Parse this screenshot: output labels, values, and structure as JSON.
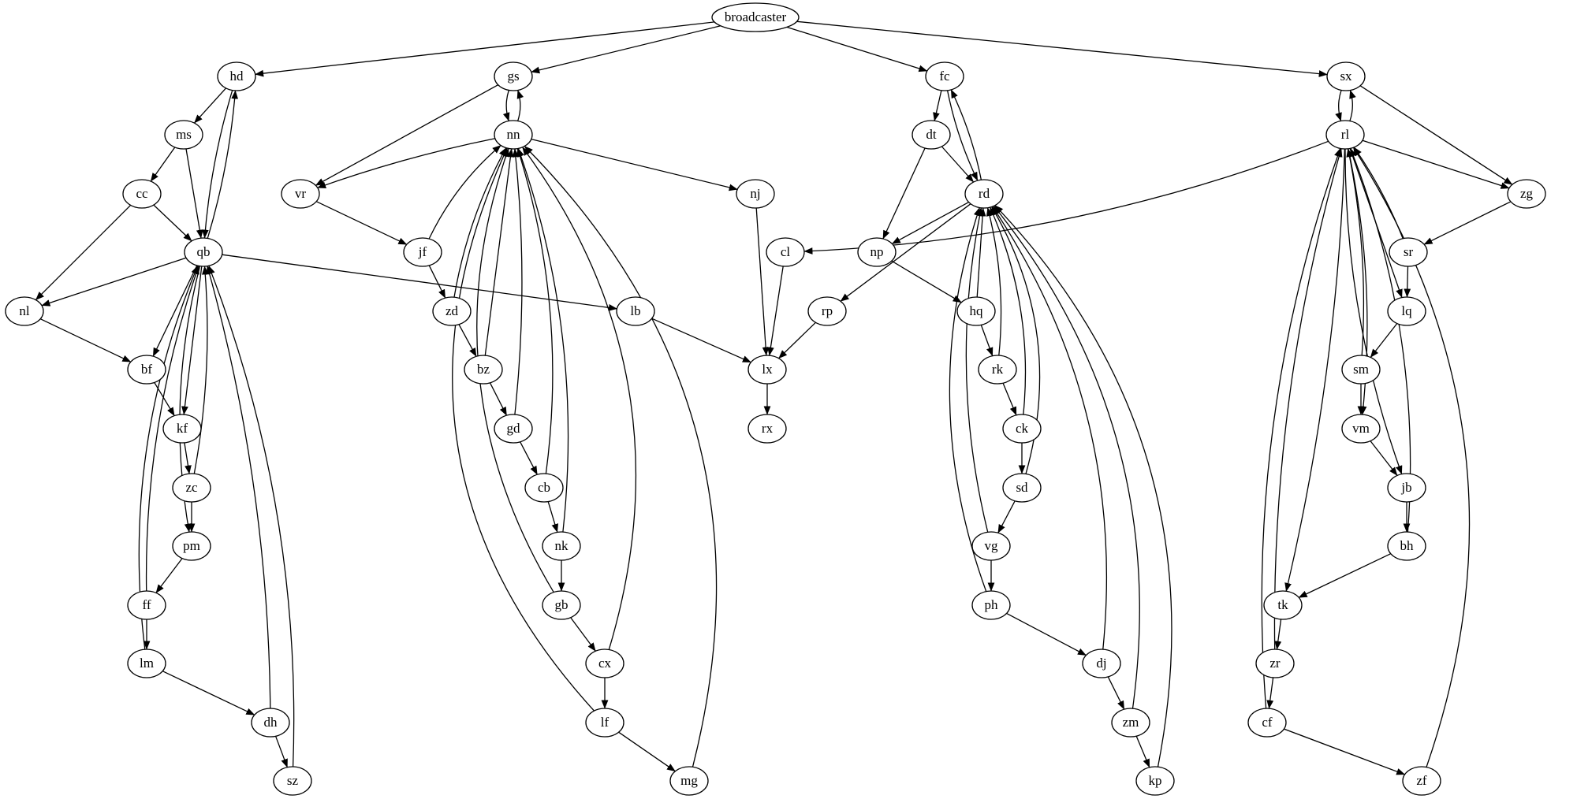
{
  "nodes": [
    {
      "id": "broadcaster",
      "label": "broadcaster"
    },
    {
      "id": "hd",
      "label": "hd"
    },
    {
      "id": "gs",
      "label": "gs"
    },
    {
      "id": "fc",
      "label": "fc"
    },
    {
      "id": "sx",
      "label": "sx"
    },
    {
      "id": "ms",
      "label": "ms"
    },
    {
      "id": "nn",
      "label": "nn"
    },
    {
      "id": "dt",
      "label": "dt"
    },
    {
      "id": "rl",
      "label": "rl"
    },
    {
      "id": "cc",
      "label": "cc"
    },
    {
      "id": "vr",
      "label": "vr"
    },
    {
      "id": "nj",
      "label": "nj"
    },
    {
      "id": "rd",
      "label": "rd"
    },
    {
      "id": "zg",
      "label": "zg"
    },
    {
      "id": "qb",
      "label": "qb"
    },
    {
      "id": "jf",
      "label": "jf"
    },
    {
      "id": "cl",
      "label": "cl"
    },
    {
      "id": "np",
      "label": "np"
    },
    {
      "id": "sr",
      "label": "sr"
    },
    {
      "id": "nl",
      "label": "nl"
    },
    {
      "id": "zd",
      "label": "zd"
    },
    {
      "id": "lb",
      "label": "lb"
    },
    {
      "id": "rp",
      "label": "rp"
    },
    {
      "id": "hq",
      "label": "hq"
    },
    {
      "id": "lq",
      "label": "lq"
    },
    {
      "id": "bf",
      "label": "bf"
    },
    {
      "id": "bz",
      "label": "bz"
    },
    {
      "id": "lx",
      "label": "lx"
    },
    {
      "id": "rk",
      "label": "rk"
    },
    {
      "id": "sm",
      "label": "sm"
    },
    {
      "id": "kf",
      "label": "kf"
    },
    {
      "id": "gd",
      "label": "gd"
    },
    {
      "id": "rx",
      "label": "rx"
    },
    {
      "id": "ck",
      "label": "ck"
    },
    {
      "id": "vm",
      "label": "vm"
    },
    {
      "id": "zc",
      "label": "zc"
    },
    {
      "id": "cb",
      "label": "cb"
    },
    {
      "id": "sd",
      "label": "sd"
    },
    {
      "id": "jb",
      "label": "jb"
    },
    {
      "id": "pm",
      "label": "pm"
    },
    {
      "id": "nk",
      "label": "nk"
    },
    {
      "id": "vg",
      "label": "vg"
    },
    {
      "id": "bh",
      "label": "bh"
    },
    {
      "id": "ff",
      "label": "ff"
    },
    {
      "id": "gb",
      "label": "gb"
    },
    {
      "id": "ph",
      "label": "ph"
    },
    {
      "id": "tk",
      "label": "tk"
    },
    {
      "id": "lm",
      "label": "lm"
    },
    {
      "id": "cx",
      "label": "cx"
    },
    {
      "id": "dj",
      "label": "dj"
    },
    {
      "id": "zr",
      "label": "zr"
    },
    {
      "id": "dh",
      "label": "dh"
    },
    {
      "id": "lf",
      "label": "lf"
    },
    {
      "id": "zm",
      "label": "zm"
    },
    {
      "id": "cf",
      "label": "cf"
    },
    {
      "id": "sz",
      "label": "sz"
    },
    {
      "id": "mg",
      "label": "mg"
    },
    {
      "id": "kp",
      "label": "kp"
    },
    {
      "id": "zf",
      "label": "zf"
    }
  ],
  "edges": [
    {
      "from": "broadcaster",
      "to": "hd"
    },
    {
      "from": "broadcaster",
      "to": "gs"
    },
    {
      "from": "broadcaster",
      "to": "fc"
    },
    {
      "from": "broadcaster",
      "to": "sx"
    },
    {
      "from": "hd",
      "to": "ms"
    },
    {
      "from": "hd",
      "to": "qb"
    },
    {
      "from": "ms",
      "to": "cc"
    },
    {
      "from": "ms",
      "to": "qb"
    },
    {
      "from": "cc",
      "to": "qb"
    },
    {
      "from": "cc",
      "to": "nl"
    },
    {
      "from": "qb",
      "to": "hd"
    },
    {
      "from": "qb",
      "to": "nl"
    },
    {
      "from": "qb",
      "to": "bf"
    },
    {
      "from": "qb",
      "to": "kf"
    },
    {
      "from": "qb",
      "to": "pm"
    },
    {
      "from": "qb",
      "to": "lb"
    },
    {
      "from": "nl",
      "to": "bf"
    },
    {
      "from": "bf",
      "to": "kf"
    },
    {
      "from": "kf",
      "to": "zc"
    },
    {
      "from": "zc",
      "to": "qb"
    },
    {
      "from": "zc",
      "to": "pm"
    },
    {
      "from": "pm",
      "to": "ff"
    },
    {
      "from": "ff",
      "to": "qb"
    },
    {
      "from": "ff",
      "to": "lm"
    },
    {
      "from": "lm",
      "to": "qb"
    },
    {
      "from": "lm",
      "to": "dh"
    },
    {
      "from": "dh",
      "to": "qb"
    },
    {
      "from": "dh",
      "to": "sz"
    },
    {
      "from": "sz",
      "to": "qb"
    },
    {
      "from": "gs",
      "to": "nn"
    },
    {
      "from": "gs",
      "to": "vr"
    },
    {
      "from": "nn",
      "to": "gs"
    },
    {
      "from": "nn",
      "to": "vr"
    },
    {
      "from": "nn",
      "to": "nj"
    },
    {
      "from": "vr",
      "to": "jf"
    },
    {
      "from": "jf",
      "to": "nn"
    },
    {
      "from": "jf",
      "to": "zd"
    },
    {
      "from": "zd",
      "to": "nn"
    },
    {
      "from": "zd",
      "to": "bz"
    },
    {
      "from": "bz",
      "to": "nn"
    },
    {
      "from": "bz",
      "to": "gd"
    },
    {
      "from": "gd",
      "to": "nn"
    },
    {
      "from": "gd",
      "to": "cb"
    },
    {
      "from": "cb",
      "to": "nn"
    },
    {
      "from": "cb",
      "to": "nk"
    },
    {
      "from": "nk",
      "to": "nn"
    },
    {
      "from": "nk",
      "to": "gb"
    },
    {
      "from": "gb",
      "to": "nn"
    },
    {
      "from": "gb",
      "to": "cx"
    },
    {
      "from": "cx",
      "to": "nn"
    },
    {
      "from": "cx",
      "to": "lf"
    },
    {
      "from": "lf",
      "to": "nn"
    },
    {
      "from": "lf",
      "to": "mg"
    },
    {
      "from": "mg",
      "to": "nn"
    },
    {
      "from": "nj",
      "to": "lx"
    },
    {
      "from": "lb",
      "to": "lx"
    },
    {
      "from": "cl",
      "to": "lx"
    },
    {
      "from": "rp",
      "to": "lx"
    },
    {
      "from": "lx",
      "to": "rx"
    },
    {
      "from": "fc",
      "to": "dt"
    },
    {
      "from": "fc",
      "to": "rd"
    },
    {
      "from": "dt",
      "to": "rd"
    },
    {
      "from": "dt",
      "to": "np"
    },
    {
      "from": "rd",
      "to": "fc"
    },
    {
      "from": "rd",
      "to": "np"
    },
    {
      "from": "rd",
      "to": "rp"
    },
    {
      "from": "np",
      "to": "hq"
    },
    {
      "from": "hq",
      "to": "rd"
    },
    {
      "from": "hq",
      "to": "rk"
    },
    {
      "from": "rk",
      "to": "rd"
    },
    {
      "from": "rk",
      "to": "ck"
    },
    {
      "from": "ck",
      "to": "rd"
    },
    {
      "from": "ck",
      "to": "sd"
    },
    {
      "from": "sd",
      "to": "rd"
    },
    {
      "from": "sd",
      "to": "vg"
    },
    {
      "from": "vg",
      "to": "rd"
    },
    {
      "from": "vg",
      "to": "ph"
    },
    {
      "from": "ph",
      "to": "rd"
    },
    {
      "from": "ph",
      "to": "dj"
    },
    {
      "from": "dj",
      "to": "rd"
    },
    {
      "from": "dj",
      "to": "zm"
    },
    {
      "from": "zm",
      "to": "rd"
    },
    {
      "from": "zm",
      "to": "kp"
    },
    {
      "from": "kp",
      "to": "rd"
    },
    {
      "from": "sx",
      "to": "rl"
    },
    {
      "from": "sx",
      "to": "zg"
    },
    {
      "from": "rl",
      "to": "sx"
    },
    {
      "from": "rl",
      "to": "cl"
    },
    {
      "from": "rl",
      "to": "zg"
    },
    {
      "from": "rl",
      "to": "lq"
    },
    {
      "from": "rl",
      "to": "vm"
    },
    {
      "from": "rl",
      "to": "jb"
    },
    {
      "from": "rl",
      "to": "tk"
    },
    {
      "from": "zg",
      "to": "sr"
    },
    {
      "from": "sr",
      "to": "rl"
    },
    {
      "from": "sr",
      "to": "lq"
    },
    {
      "from": "lq",
      "to": "sm"
    },
    {
      "from": "sm",
      "to": "rl"
    },
    {
      "from": "sm",
      "to": "vm"
    },
    {
      "from": "vm",
      "to": "jb"
    },
    {
      "from": "jb",
      "to": "bh"
    },
    {
      "from": "bh",
      "to": "rl"
    },
    {
      "from": "bh",
      "to": "tk"
    },
    {
      "from": "tk",
      "to": "zr"
    },
    {
      "from": "zr",
      "to": "rl"
    },
    {
      "from": "zr",
      "to": "cf"
    },
    {
      "from": "cf",
      "to": "rl"
    },
    {
      "from": "cf",
      "to": "zf"
    },
    {
      "from": "zf",
      "to": "rl"
    }
  ]
}
